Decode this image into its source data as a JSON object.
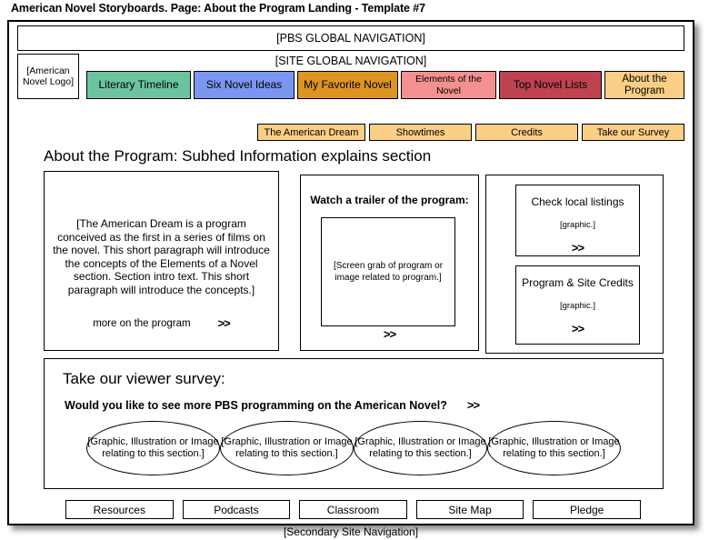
{
  "document": {
    "title": "American Novel Storyboards. Page: About the Program Landing - Template #7"
  },
  "header": {
    "pbs_global_nav": "[PBS GLOBAL NAVIGATION]",
    "site_global_nav": "[SITE GLOBAL NAVIGATION]",
    "logo": "[American Novel Logo]"
  },
  "primary_nav": {
    "items": [
      {
        "label": "Literary Timeline",
        "color": "#6BC49F"
      },
      {
        "label": "Six Novel Ideas",
        "color": "#7B96F0"
      },
      {
        "label": "My Favorite Novel",
        "color": "#DE9423"
      },
      {
        "label": "Elements of the Novel",
        "color": "#F59090"
      },
      {
        "label": "Top Novel Lists",
        "color": "#BE4250"
      },
      {
        "label": "About the Program",
        "color": "#FBCE86"
      }
    ]
  },
  "sub_nav": {
    "items": [
      {
        "label": "The American Dream"
      },
      {
        "label": "Showtimes"
      },
      {
        "label": "Credits"
      },
      {
        "label": "Take our Survey"
      }
    ]
  },
  "main": {
    "section_heading": "About the Program: Subhed Information explains section",
    "intro": {
      "body": "[The American Dream is a program conceived as the first in a series of films on the novel. This short paragraph will introduce the concepts of the Elements of a Novel section. Section intro text. This short paragraph will introduce the concepts.]",
      "more_link": "more on the program",
      "chevron": ">>"
    },
    "trailer": {
      "heading": "Watch a trailer of the program:",
      "placeholder": "[Screen grab of program or image related to program.]",
      "chevron": ">>"
    },
    "side_cards": [
      {
        "title": "Check local listings",
        "graphic": "[graphic.]",
        "chevron": ">>"
      },
      {
        "title": "Program & Site Credits",
        "graphic": "[graphic.]",
        "chevron": ">>"
      }
    ]
  },
  "survey": {
    "heading": "Take our viewer survey:",
    "question": "Would you like to see more PBS programming on the American Novel?",
    "chevron": ">>",
    "ellipses": [
      {
        "text": "[Graphic, Illustration or Image relating to this section.]"
      },
      {
        "text": "[Graphic, Illustration or Image relating to this section.]"
      },
      {
        "text": "[Graphic, Illustration or Image relating to this section.]"
      },
      {
        "text": "[Graphic, Illustration or Image relating to this section.]"
      }
    ]
  },
  "footer": {
    "items": [
      {
        "label": "Resources"
      },
      {
        "label": "Podcasts"
      },
      {
        "label": "Classroom"
      },
      {
        "label": "Site Map"
      },
      {
        "label": "Pledge"
      }
    ],
    "label": "[Secondary Site Navigation]"
  }
}
